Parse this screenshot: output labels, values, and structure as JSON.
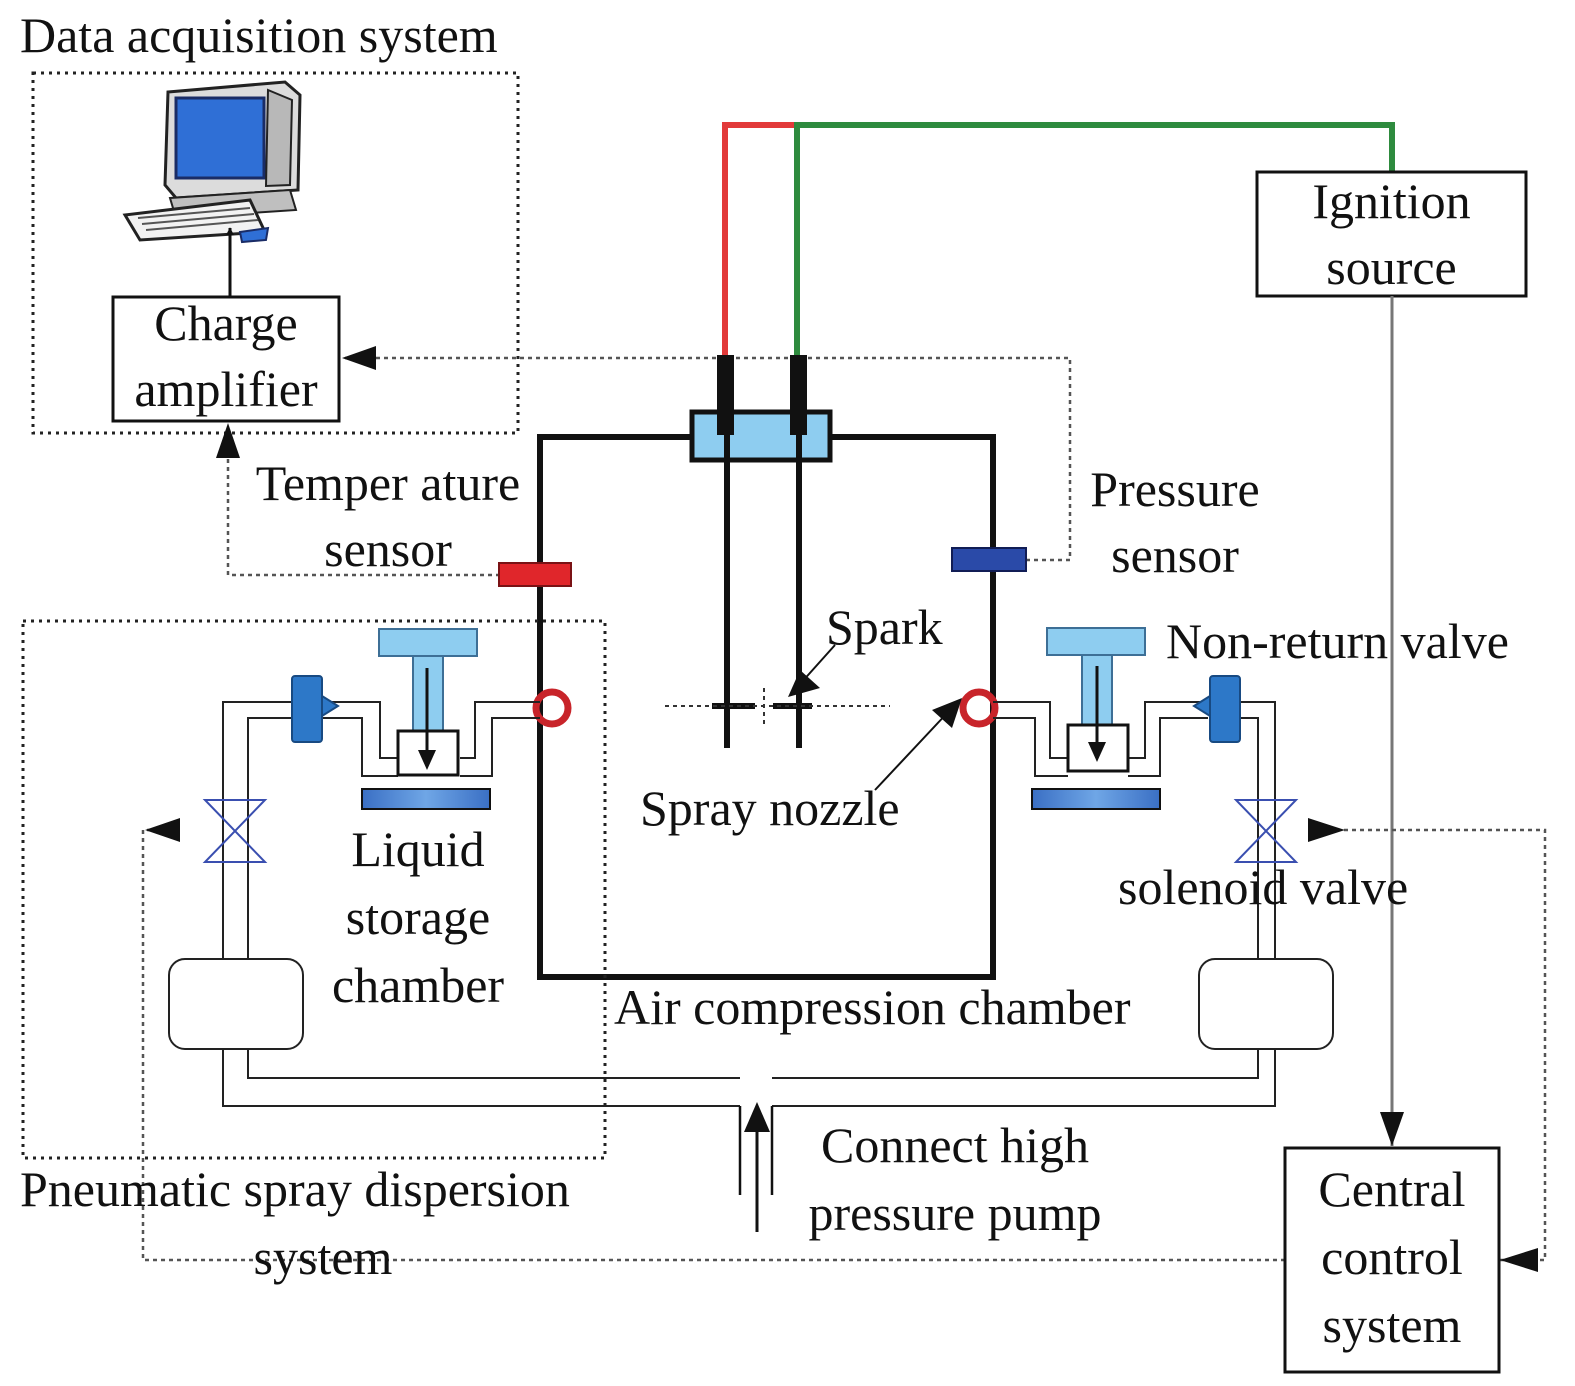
{
  "labels": {
    "data_acquisition_system": "Data acquisition system",
    "charge_amplifier": [
      "Charge",
      "amplifier"
    ],
    "temperature_sensor": [
      "Temper ature",
      "sensor"
    ],
    "pressure_sensor": [
      "Pressure",
      "sensor"
    ],
    "ignition_source": [
      "Ignition",
      "source"
    ],
    "spark": "Spark",
    "non_return_valve": "Non-return valve",
    "spray_nozzle": "Spray nozzle",
    "liquid_storage_chamber": [
      "Liquid",
      "storage",
      "chamber"
    ],
    "solenoid_valve": "solenoid valve",
    "air_compression_chamber": "Air compression chamber",
    "connect_high_pressure_pump": [
      "Connect high",
      "pressure pump"
    ],
    "pneumatic_spray_dispersion_system": [
      "Pneumatic spray dispersion",
      "system"
    ],
    "central_control_system": [
      "Central",
      "control",
      "system"
    ]
  },
  "colors": {
    "ignition_wire_red": "#e23a3a",
    "ignition_wire_green": "#2e8b3e",
    "temperature_sensor": "#e0262b",
    "pressure_sensor": "#2a4aa8",
    "nozzle_ring": "#c8242a",
    "light_blue": "#8ecdf0",
    "valve_blue": "#2d78c8",
    "monitor_blue": "#2f6fd6",
    "solenoid_blue": "#3a4fb0"
  },
  "icons": {
    "computer": "desktop-computer-icon",
    "solenoid_valve": "bowtie-valve-icon",
    "non_return_valve": "check-valve-icon"
  }
}
